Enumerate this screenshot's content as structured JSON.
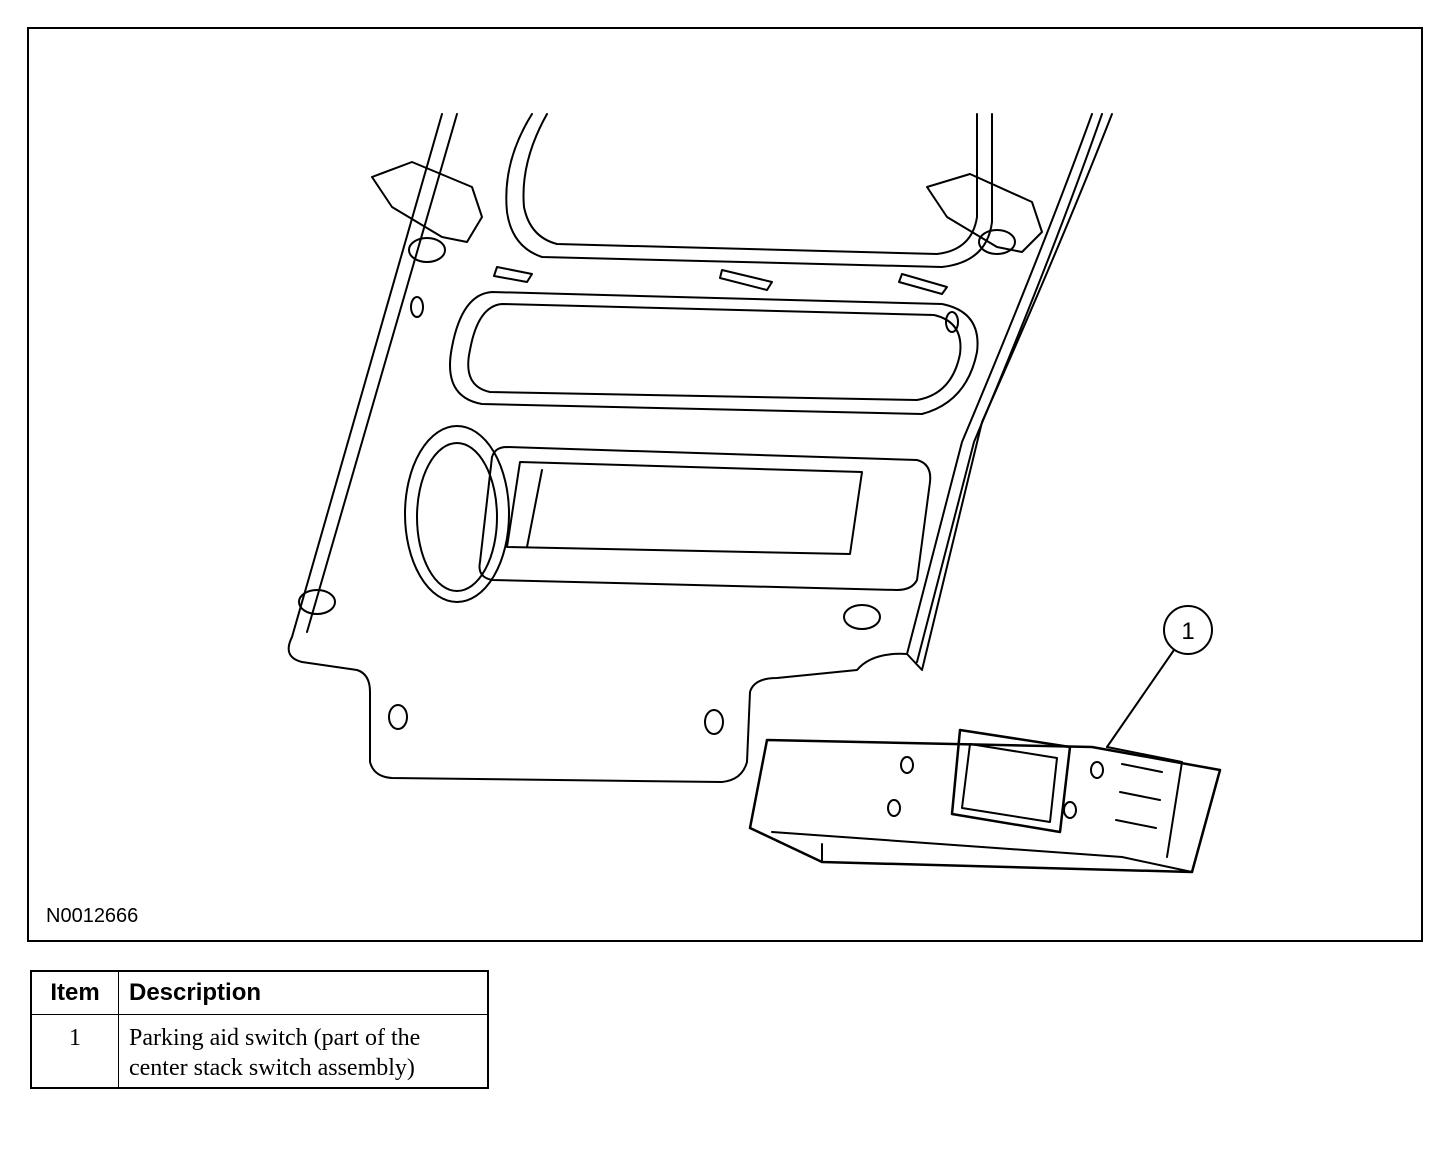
{
  "figure": {
    "id_label": "N0012666",
    "callouts": [
      {
        "number": "1"
      }
    ]
  },
  "legend": {
    "headers": [
      "Item",
      "Description"
    ],
    "rows": [
      {
        "item": "1",
        "description": "Parking aid switch (part of the center stack switch assembly)"
      }
    ]
  },
  "colors": {
    "line": "#000000",
    "background": "#ffffff"
  }
}
